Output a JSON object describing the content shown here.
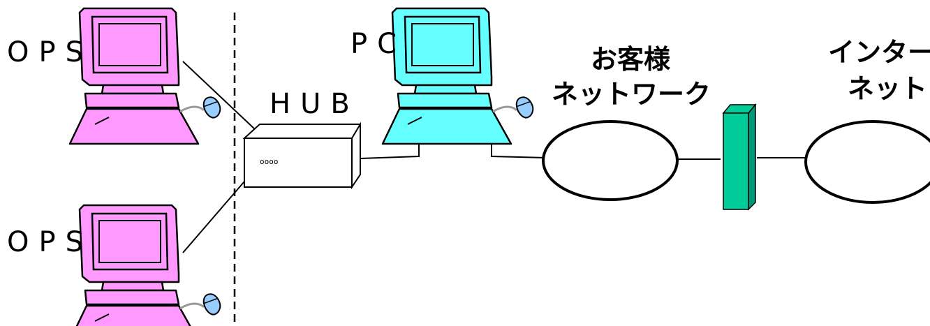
{
  "labels": {
    "ops_top": "OPS",
    "ops_bottom": "OPS",
    "hub": "HUB",
    "pc": "PC",
    "customer_network_line1": "お客様",
    "customer_network_line2": "ネットワーク",
    "internet_line1": "インター",
    "internet_line2": "ネット",
    "hub_ports": "oooo"
  },
  "colors": {
    "ops_fill": "#ff99ff",
    "pc_fill": "#66ffff",
    "firewall_fill": "#00cc99",
    "hub_fill": "#ffffff",
    "line": "#000000",
    "mouse_fill": "#99ccff"
  },
  "icons": {
    "ops_computer": "desktop-computer-icon",
    "pc_computer": "desktop-computer-icon",
    "hub": "network-hub-icon",
    "firewall": "firewall-icon",
    "network_cloud": "network-ellipse-icon",
    "mouse": "mouse-icon"
  }
}
